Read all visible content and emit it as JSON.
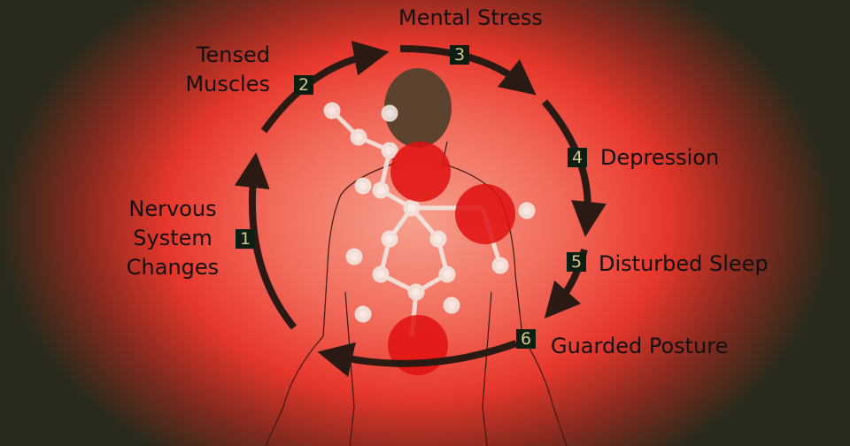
{
  "title": "Chronic pain cycle",
  "steps": [
    {
      "num": "1",
      "label_lines": [
        "Nervous",
        "System",
        "Changes"
      ]
    },
    {
      "num": "2",
      "label_lines": [
        "Tensed",
        "Muscles"
      ]
    },
    {
      "num": "3",
      "label": "Mental Stress"
    },
    {
      "num": "4",
      "label": "Depression"
    },
    {
      "num": "5",
      "label": "Disturbed Sleep"
    },
    {
      "num": "6",
      "label": "Guarded Posture"
    }
  ],
  "colors": {
    "arrow": "#2b1a14",
    "badge": "#0d1f12",
    "badge_text": "#d9c48a",
    "pain_spot": "#e01010"
  }
}
